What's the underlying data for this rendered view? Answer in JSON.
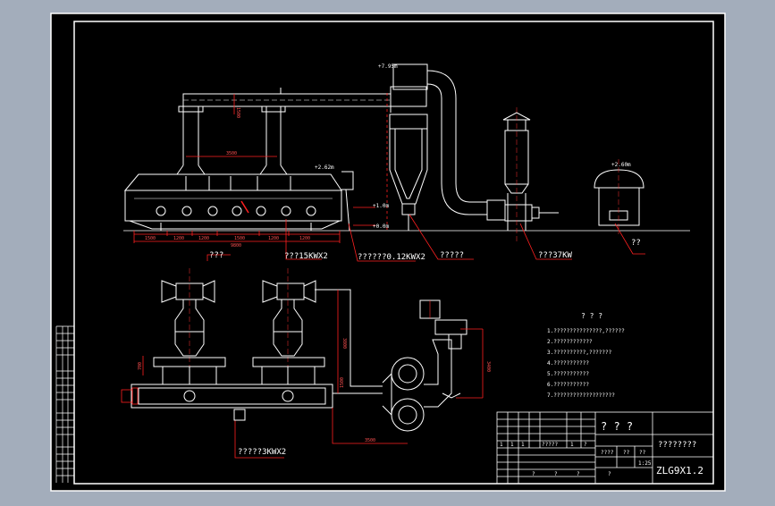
{
  "colors": {
    "background": "#a3adbb",
    "sheet": "#000000",
    "frame": "#ffffff",
    "dimension": "#ff2020"
  },
  "elevations": {
    "duct_top": "+7.95m",
    "dryer_top": "+2.62m",
    "fan_outlet": "+2.60m",
    "cyclone_a": "+1.0m",
    "cyclone_b": "+0.0m"
  },
  "dimensions": {
    "duct_height": "1500",
    "duct_span": "3500",
    "bed_total": "9800",
    "bed_seg_1": "1500",
    "bed_seg_2": "1200",
    "bed_seg_3": "1200",
    "bed_seg_4": "1500",
    "bed_seg_5": "1200",
    "bed_seg_6": "1200",
    "plan_vertical": "3800",
    "plan_small": "700",
    "plan_mid": "1500",
    "plan_right": "3400",
    "plan_bottom": "3500"
  },
  "callouts": {
    "blower": "???15KWX2",
    "vibro_motor": "??????0.12KWX2",
    "cyclone": "?????",
    "exhaust_fan": "???37KW",
    "heater": "??",
    "top_left": "???",
    "plan_motor": "?????3KWX2"
  },
  "notes": {
    "heading": "? ? ?",
    "lines": [
      "1.???????????????,??????",
      "2.????????????",
      "3.??????????,???????",
      "4.???????????",
      "5.???????????",
      "6.???????????",
      "7.???????????????????"
    ]
  },
  "title_block": {
    "big_title": "? ? ?",
    "name": "????????",
    "drawing_code": "ZLG9X1.2",
    "scale": "1:25",
    "row_a": [
      "1",
      "1",
      "1",
      "?????",
      "1",
      "?"
    ],
    "row_b": [
      "????",
      "??",
      "??"
    ],
    "row_c": [
      "?",
      "?",
      "?",
      "?"
    ]
  }
}
